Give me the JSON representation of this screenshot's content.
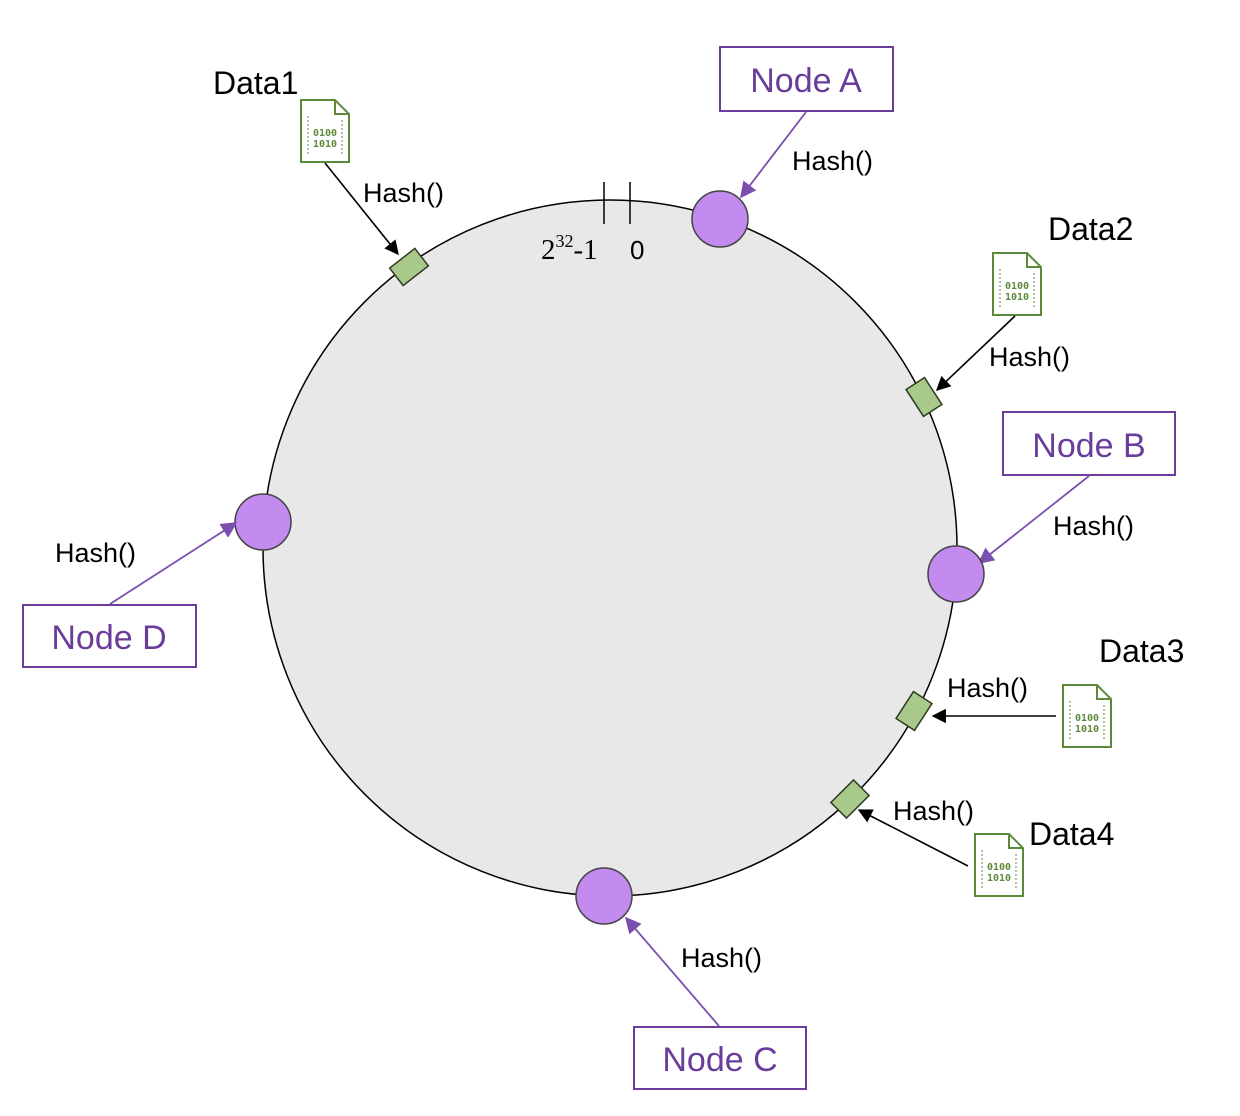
{
  "colors": {
    "ring_fill": "#e8e8e8",
    "ring_stroke": "#000000",
    "node_fill": "#c38af0",
    "node_stroke": "#444444",
    "node_label": "#6a3d9a",
    "node_box_stroke": "#6a3d9a",
    "node_arrow": "#7a4fb0",
    "data_marker_fill": "#a9c98b",
    "data_marker_stroke": "#2f3a24",
    "file_stroke": "#5d8a3a",
    "data_arrow": "#000000"
  },
  "ring": {
    "top_left_label_base": "2",
    "top_left_label_exp": "32",
    "top_left_label_suffix": "-1",
    "top_right_label": "0"
  },
  "hash_label": "Hash()",
  "nodes": [
    {
      "name": "Node A",
      "hash": "Hash()"
    },
    {
      "name": "Node B",
      "hash": "Hash()"
    },
    {
      "name": "Node C",
      "hash": "Hash()"
    },
    {
      "name": "Node D",
      "hash": "Hash()"
    }
  ],
  "data_items": [
    {
      "name": "Data1",
      "hash": "Hash()",
      "file_icon": "binary-file-icon",
      "bits_top": "0100",
      "bits_bottom": "1010"
    },
    {
      "name": "Data2",
      "hash": "Hash()",
      "file_icon": "binary-file-icon",
      "bits_top": "0100",
      "bits_bottom": "1010"
    },
    {
      "name": "Data3",
      "hash": "Hash()",
      "file_icon": "binary-file-icon",
      "bits_top": "0100",
      "bits_bottom": "1010"
    },
    {
      "name": "Data4",
      "hash": "Hash()",
      "file_icon": "binary-file-icon",
      "bits_top": "0100",
      "bits_bottom": "1010"
    }
  ]
}
